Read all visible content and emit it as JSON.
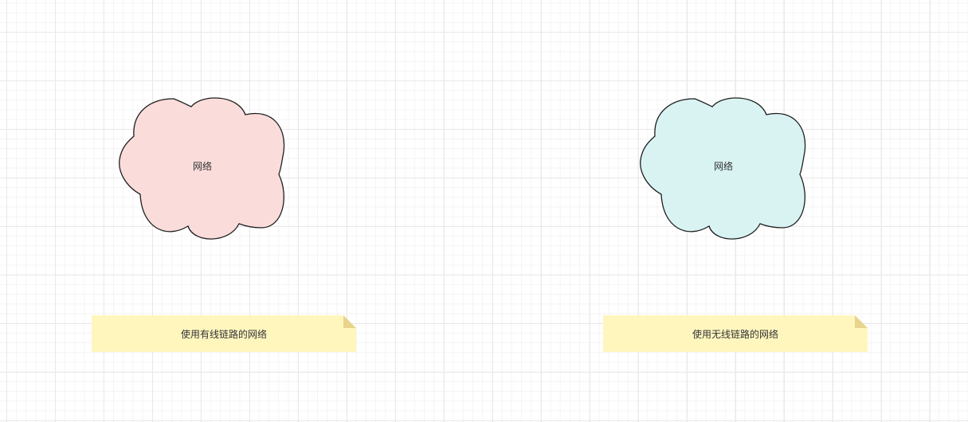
{
  "clouds": [
    {
      "label": "网络",
      "fill": "#fadcdb",
      "stroke": "#1f1f1f"
    },
    {
      "label": "网络",
      "fill": "#d9f3f3",
      "stroke": "#1f1f1f"
    }
  ],
  "notes": [
    {
      "label": "使用有线链路的网络",
      "fill": "#fff6be",
      "fold": "#e8d48c"
    },
    {
      "label": "使用无线链路的网络",
      "fill": "#fff6be",
      "fold": "#e8d48c"
    }
  ]
}
